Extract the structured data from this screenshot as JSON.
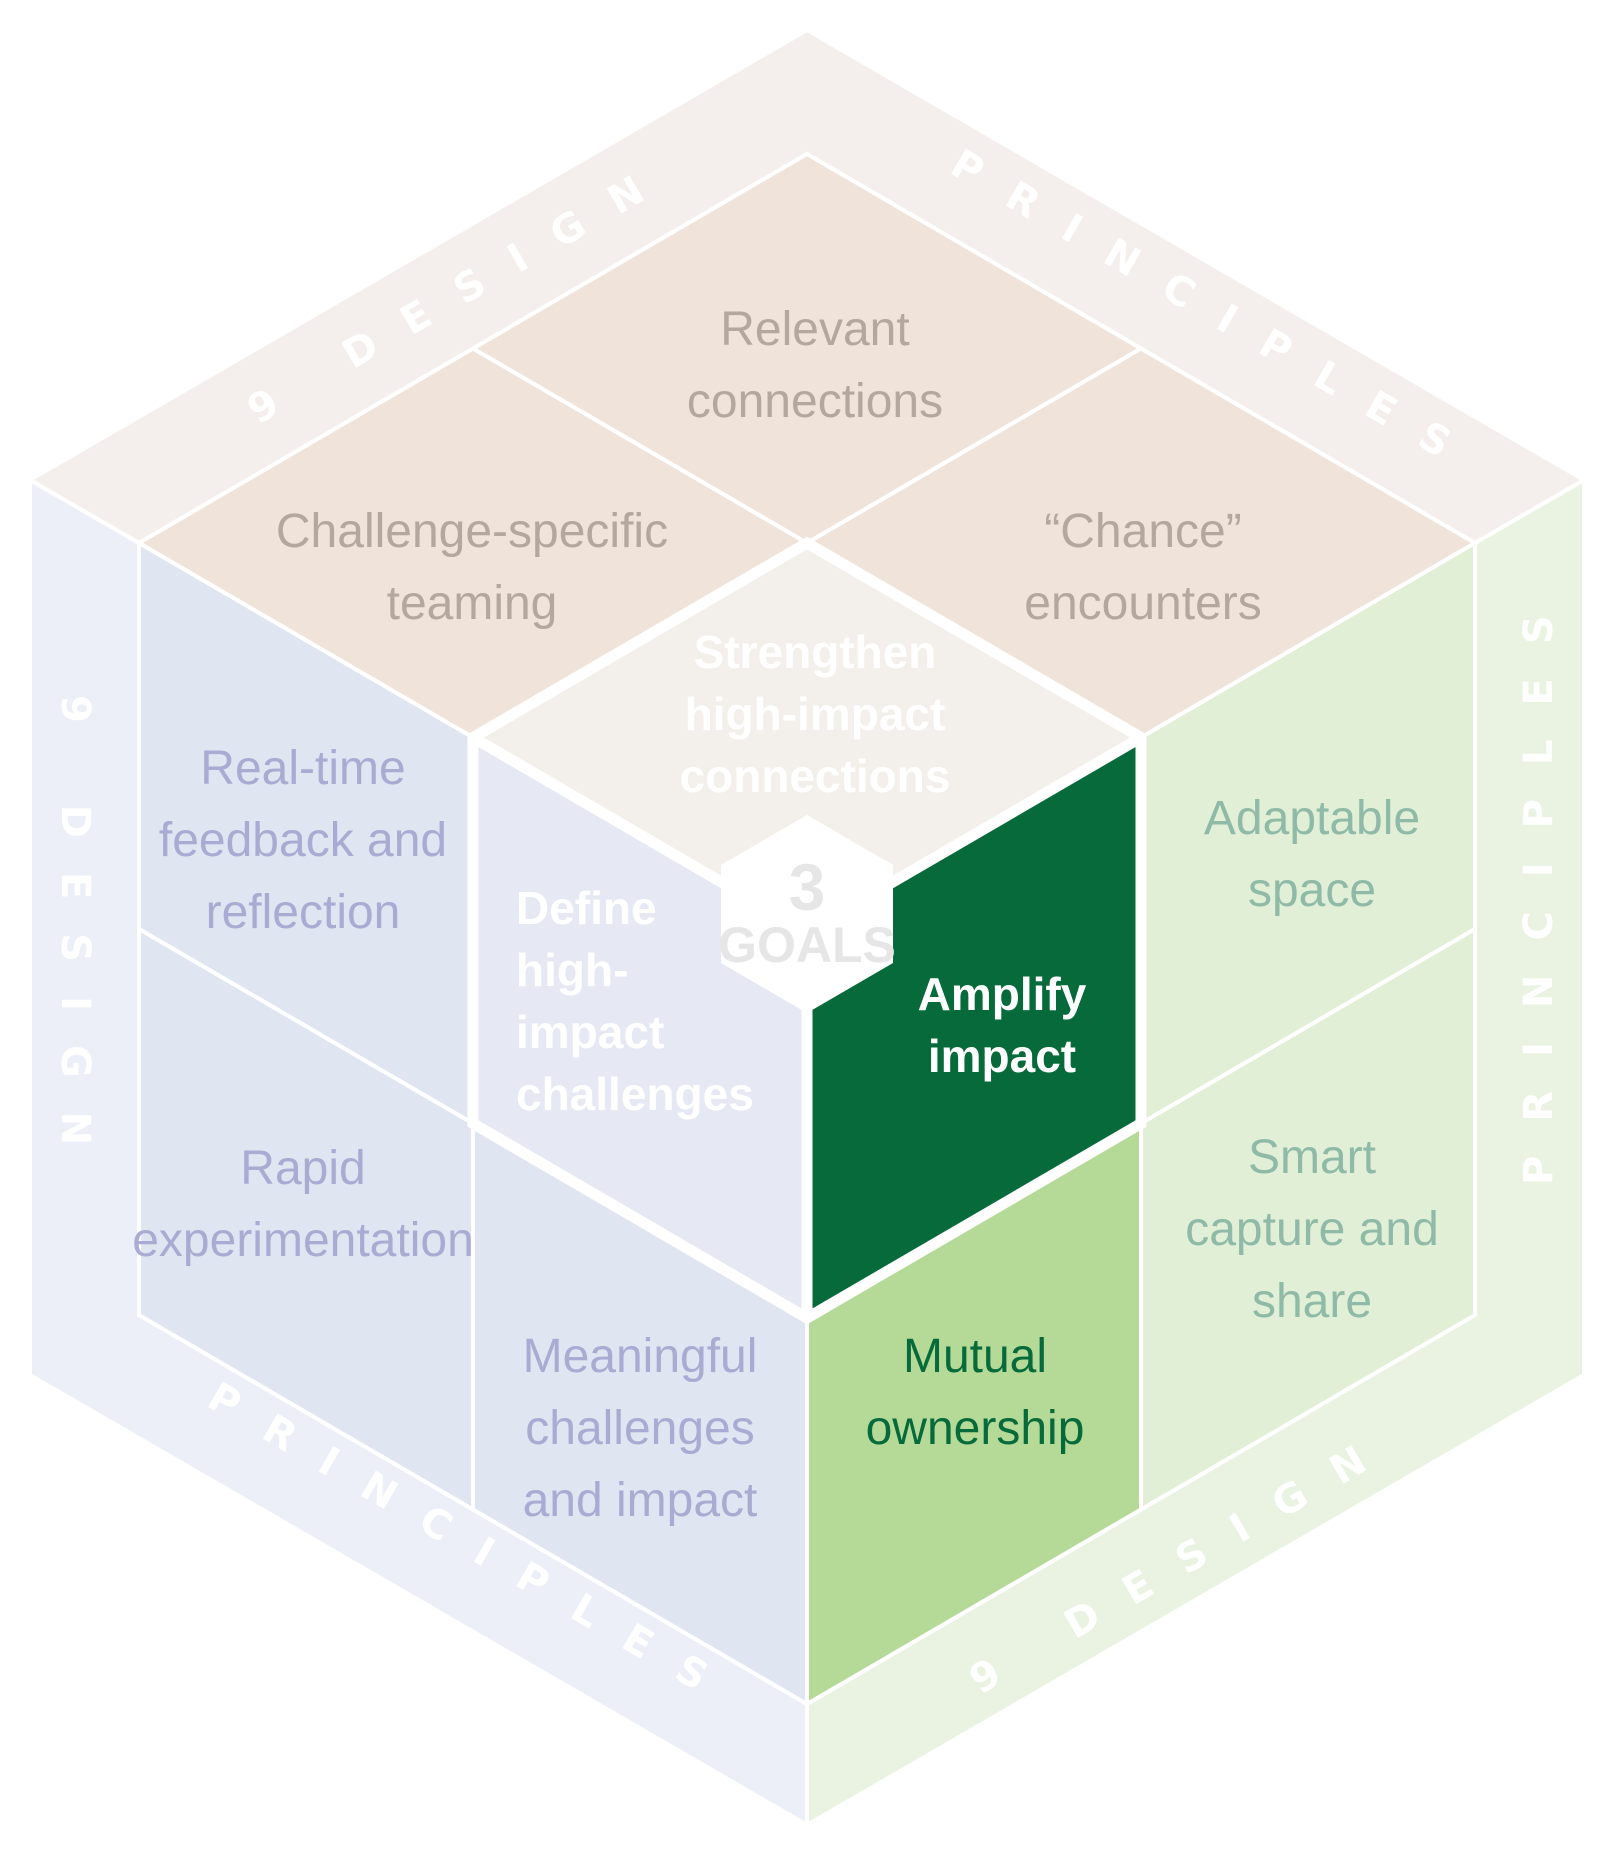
{
  "title_center": {
    "number": "3",
    "label": "GOALS"
  },
  "band_labels": {
    "top_left": "9 DESIGN",
    "top_right": "PRINCIPLES",
    "left": "9 DESIGN",
    "bottom_left": "PRINCIPLES",
    "bottom_right": "9 DESIGN",
    "right": "PRINCIPLES"
  },
  "goals": [
    {
      "id": "strengthen",
      "lines": [
        "Strengthen",
        "high-impact",
        "connections"
      ]
    },
    {
      "id": "define",
      "lines": [
        "Define",
        "high-",
        "impact",
        "challenges"
      ]
    },
    {
      "id": "amplify",
      "lines": [
        "Amplify",
        "impact"
      ]
    }
  ],
  "principles": {
    "top": [
      {
        "id": "relevant",
        "lines": [
          "Relevant",
          "connections"
        ]
      },
      {
        "id": "challenge",
        "lines": [
          "Challenge-specific",
          "teaming"
        ]
      },
      {
        "id": "chance",
        "lines": [
          "“Chance”",
          "encounters"
        ]
      }
    ],
    "left": [
      {
        "id": "realtime",
        "lines": [
          "Real-time",
          "feedback and",
          "reflection"
        ]
      },
      {
        "id": "rapid",
        "lines": [
          "Rapid",
          "experimentation"
        ]
      },
      {
        "id": "meaningful",
        "lines": [
          "Meaningful",
          "challenges",
          "and impact"
        ]
      }
    ],
    "right": [
      {
        "id": "adaptable",
        "lines": [
          "Adaptable",
          "space"
        ]
      },
      {
        "id": "smart",
        "lines": [
          "Smart",
          "capture and",
          "share"
        ]
      },
      {
        "id": "mutual",
        "lines": [
          "Mutual",
          "ownership"
        ]
      }
    ]
  },
  "colors": {
    "top_band": "#f4efec",
    "top_cell": "#efe3da",
    "top_goal": "#f3f0ec",
    "top_text": "#b4a89e",
    "left_band": "#eceff8",
    "left_cell": "#dfe5f1",
    "left_goal": "#e6e9f4",
    "left_text": "#a8acd2",
    "right_band": "#eaf3e2",
    "right_cell": "#e1efd6",
    "amplify_fill": "#066a3a",
    "mutual_fill": "#b5da97",
    "mutual_text": "#066a3a",
    "right_text": "#8fbaa7",
    "hex_fill": "#ffffff",
    "hex_text": "#e6e6e6"
  }
}
